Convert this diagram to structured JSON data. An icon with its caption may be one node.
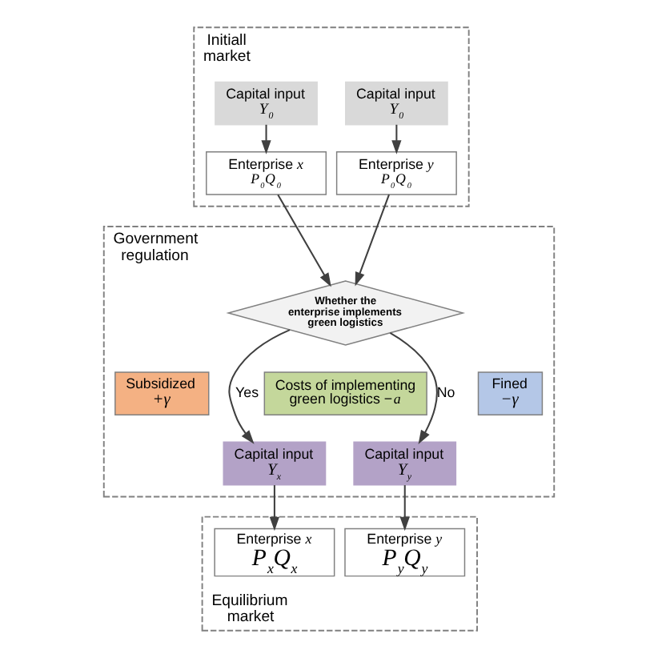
{
  "diagram": {
    "nodes": [
      {
        "text": [
          "Initiall market"
        ]
      },
      {
        "text": [
          "Capital input",
          "Y$_{0}$"
        ],
        "in": 0
      },
      {
        "text": [
          "Capital input",
          "Y$_{0}$"
        ],
        "in": 0
      },
      {
        "text": [
          "Enterprise *x*",
          "P$_{0}$Q$_{0}$"
        ],
        "in": 0
      },
      {
        "text": [
          "Enterprise *y*",
          "P$_{0}$Q$_{0}$"
        ],
        "in": 0
      },
      {
        "text": [
          "Government regulation"
        ]
      },
      {
        "text": [
          "Whether the enterprise implements green logistics"
        ],
        "in": 5
      },
      {
        "text": [
          "Subsidized",
          "+γ"
        ],
        "in": 5
      },
      {
        "text": [
          "Costs of implementing green logistics −*a*"
        ],
        "in": 5
      },
      {
        "text": [
          "Fined",
          "−γ"
        ],
        "in": 5
      },
      {
        "text": [
          "Capital input",
          "Y$_{x}$"
        ],
        "in": 5
      },
      {
        "text": [
          "Capital input",
          "Y$_{y}$"
        ],
        "in": 5
      },
      {
        "text": [
          "Equilibrium market"
        ]
      },
      {
        "text": [
          "Enterprise *x*",
          "P$_{x}$Q$_{x}$"
        ],
        "in": 12
      },
      {
        "text": [
          "Enterprise *y*",
          "P$_{y}$Q$_{y}$"
        ],
        "in": 12
      }
    ],
    "edges": [
      {
        "from": 1,
        "to": 3,
        "arrow": "to"
      },
      {
        "from": 2,
        "to": 4,
        "arrow": "to"
      },
      {
        "from": 3,
        "to": 6,
        "arrow": "to"
      },
      {
        "from": 4,
        "to": 6,
        "arrow": "to"
      },
      {
        "from": 6,
        "to": 10,
        "arrow": "to",
        "label": "Yes"
      },
      {
        "from": 6,
        "to": 11,
        "arrow": "to",
        "label": "No"
      },
      {
        "from": 10,
        "to": 13,
        "arrow": "to"
      },
      {
        "from": 11,
        "to": 14,
        "arrow": "to"
      }
    ]
  }
}
